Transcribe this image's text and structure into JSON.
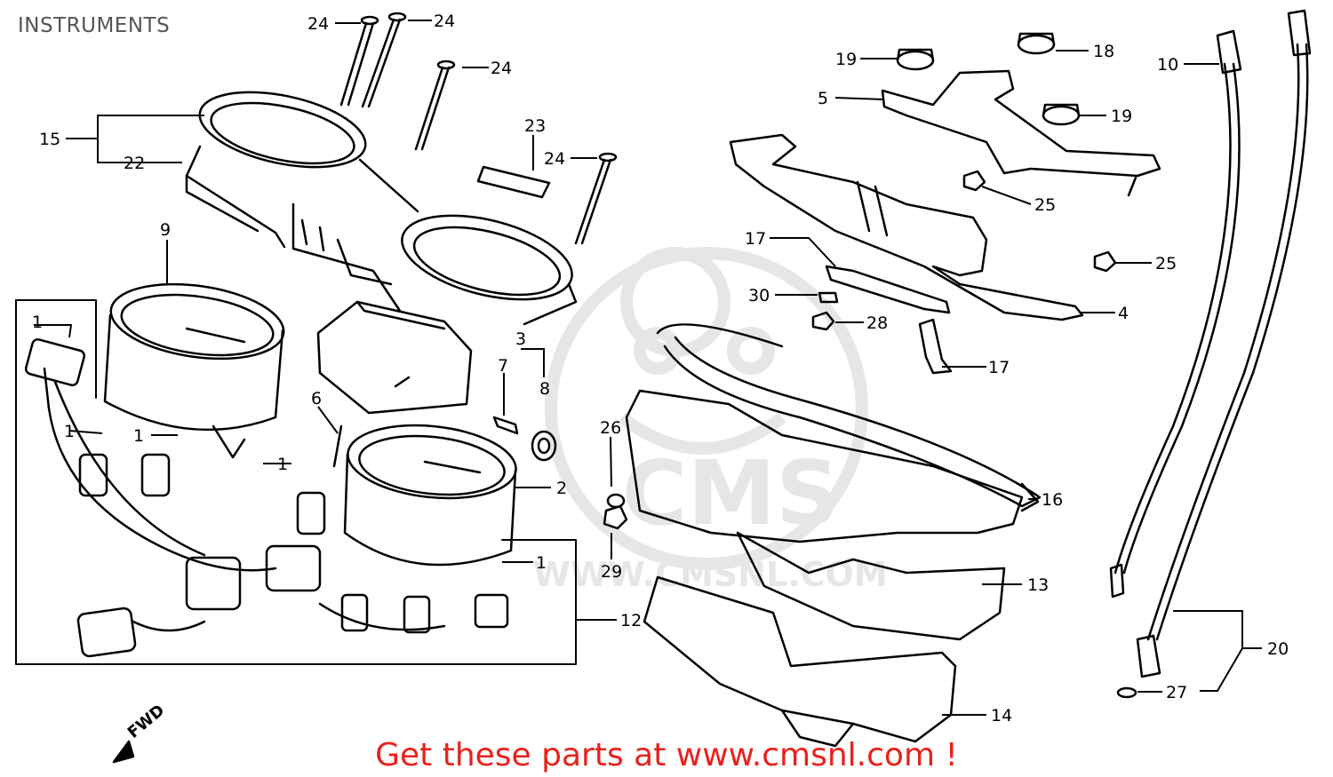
{
  "page": {
    "title": "INSTRUMENTS"
  },
  "footer": {
    "text": "Get these parts at www.cmsnl.com !"
  },
  "watermark": {
    "brand": "CMS",
    "url": "WWW.CMSNL.COM"
  },
  "orientation": {
    "label": "FWD"
  },
  "callouts": [
    "24",
    "24",
    "24",
    "19",
    "18",
    "10",
    "15",
    "22",
    "23",
    "24",
    "5",
    "19",
    "25",
    "9",
    "17",
    "25",
    "30",
    "28",
    "4",
    "1",
    "3",
    "7",
    "17",
    "8",
    "6",
    "1",
    "1",
    "26",
    "1",
    "2",
    "16",
    "13",
    "29",
    "1",
    "12",
    "20",
    "14",
    "27"
  ],
  "colors": {
    "footer": "#e8211b",
    "title": "#555555",
    "line": "#000000",
    "watermark": "#e6e6e6"
  }
}
